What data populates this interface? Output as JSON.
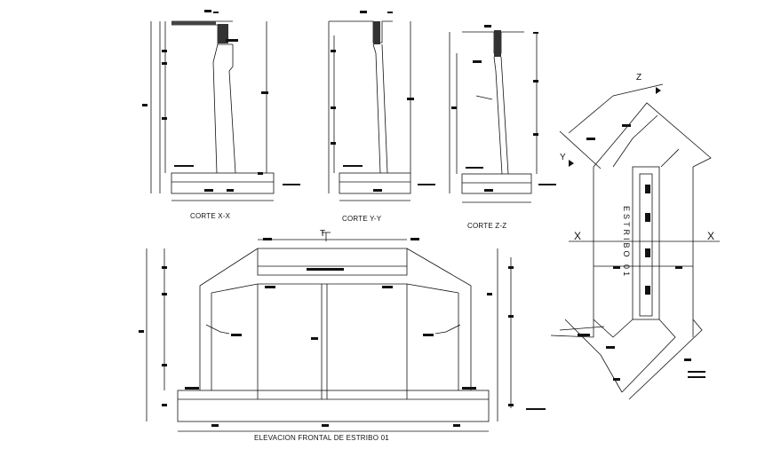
{
  "sections": {
    "xx": "CORTE X-X",
    "yy": "CORTE Y-Y",
    "zz": "CORTE Z-Z"
  },
  "elevation_title": "ELEVACION FRONTAL DE ESTRIBO 01",
  "plan": {
    "label": "ESTRIBO 01",
    "axis_x_left": "X",
    "axis_x_right": "X",
    "axis_z": "Z",
    "axis_y": "Y",
    "axis_t": "T"
  }
}
